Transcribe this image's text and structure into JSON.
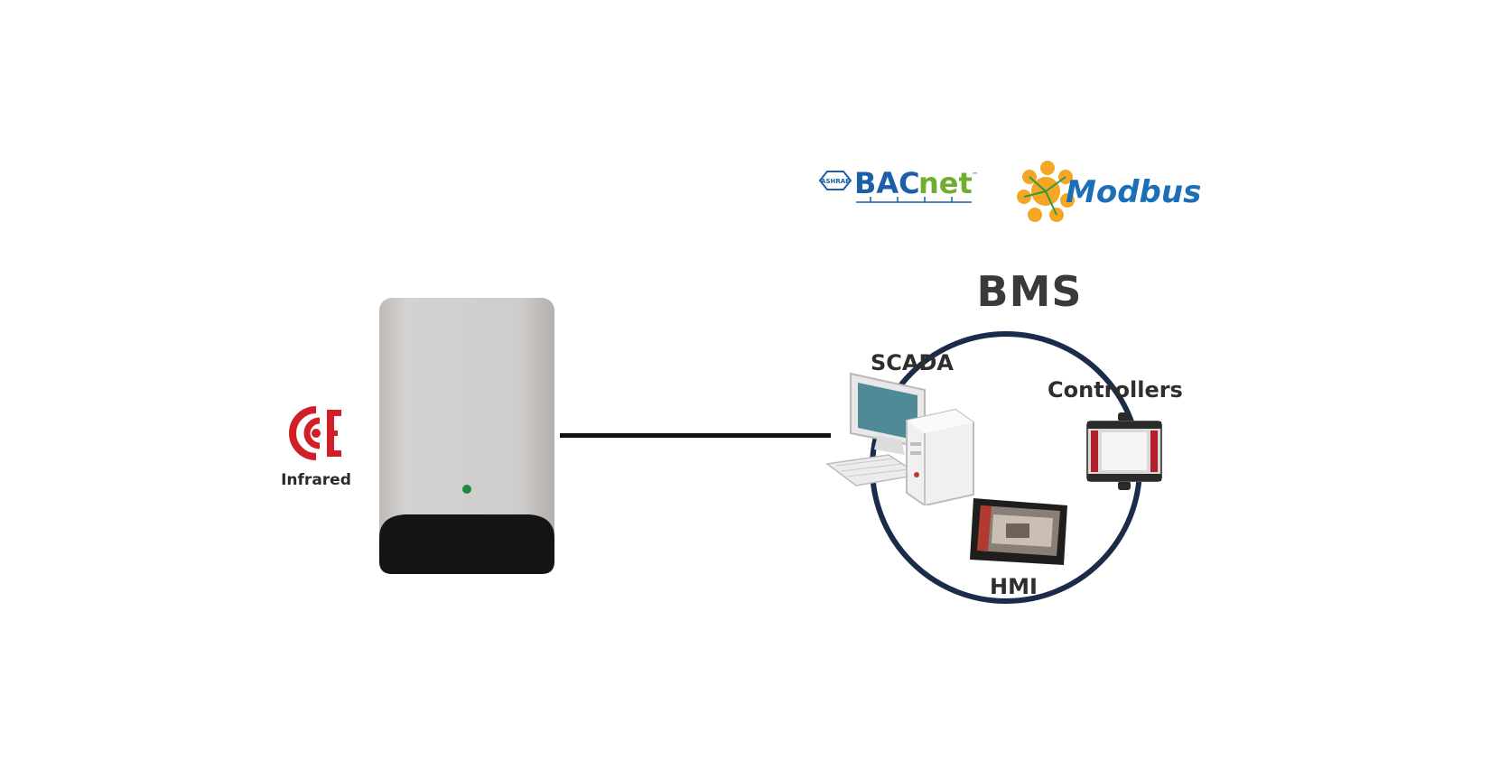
{
  "sensor": {
    "label": "Infrared",
    "icon": "infrared-sensor-icon",
    "icon_color": "#d01f26"
  },
  "protocols": {
    "bacnet": {
      "prefix": "ASHRAE",
      "name": "BACnet",
      "color": "#1a5fa8",
      "accent": "#8bc34a"
    },
    "modbus": {
      "name": "Modbus",
      "color": "#1a6fb8",
      "accent": "#f5a623"
    }
  },
  "bms": {
    "title": "BMS",
    "ring_color": "#1c2b4a",
    "nodes": {
      "scada": "SCADA",
      "controllers": "Controllers",
      "hmi": "HMI"
    }
  }
}
